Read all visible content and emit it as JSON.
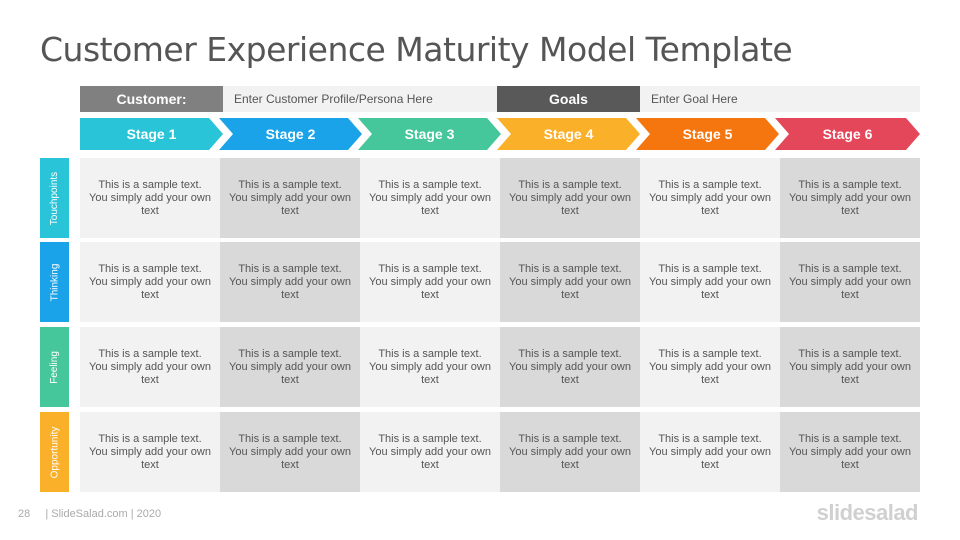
{
  "title": "Customer Experience Maturity Model Template",
  "info": {
    "customer_label": "Customer:",
    "customer_value": "Enter Customer Profile/Persona Here",
    "goals_label": "Goals",
    "goals_value": "Enter Goal Here"
  },
  "stages": [
    {
      "label": "Stage 1",
      "color": "#29c4d8"
    },
    {
      "label": "Stage 2",
      "color": "#1aa3e8"
    },
    {
      "label": "Stage 3",
      "color": "#45c69b"
    },
    {
      "label": "Stage 4",
      "color": "#fbb02a"
    },
    {
      "label": "Stage 5",
      "color": "#f5760f"
    },
    {
      "label": "Stage 6",
      "color": "#e4475a"
    }
  ],
  "rows": [
    {
      "label": "Touchpoints",
      "color": "#29c4d8"
    },
    {
      "label": "Thinking",
      "color": "#1aa3e8"
    },
    {
      "label": "Feeling",
      "color": "#45c69b"
    },
    {
      "label": "Opportunity",
      "color": "#fbb02a"
    }
  ],
  "cell_text": "This is a sample text. You simply add your own text",
  "footer": {
    "page_number": "28",
    "credit": "| SlideSalad.com | 2020"
  },
  "logo_text": "slidesalad",
  "colors": {
    "label_gray": "#808080",
    "label_dark": "#595959"
  }
}
